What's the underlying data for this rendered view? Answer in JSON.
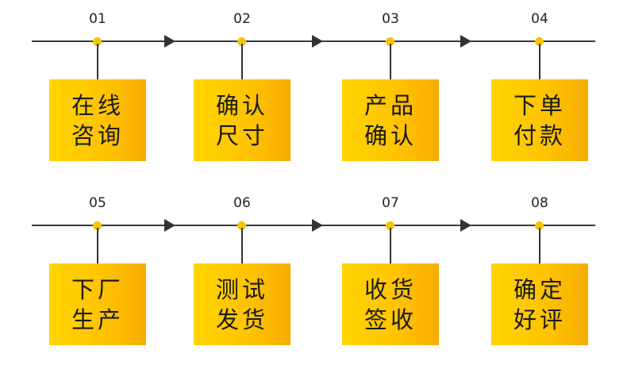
{
  "rows": [
    {
      "steps": [
        {
          "num": "01",
          "line1": "在线",
          "line2": "咨询"
        },
        {
          "num": "02",
          "line1": "确认",
          "line2": "尺寸"
        },
        {
          "num": "03",
          "line1": "产品",
          "line2": "确认"
        },
        {
          "num": "04",
          "line1": "下单",
          "line2": "付款"
        }
      ]
    },
    {
      "steps": [
        {
          "num": "05",
          "line1": "下厂",
          "line2": "生产"
        },
        {
          "num": "06",
          "line1": "测试",
          "line2": "发货"
        },
        {
          "num": "07",
          "line1": "收货",
          "line2": "签收"
        },
        {
          "num": "08",
          "line1": "确定",
          "line2": "好评"
        }
      ]
    }
  ],
  "colors": {
    "accent": "#ffc400",
    "dot": "#f5c400",
    "line": "#333333"
  }
}
